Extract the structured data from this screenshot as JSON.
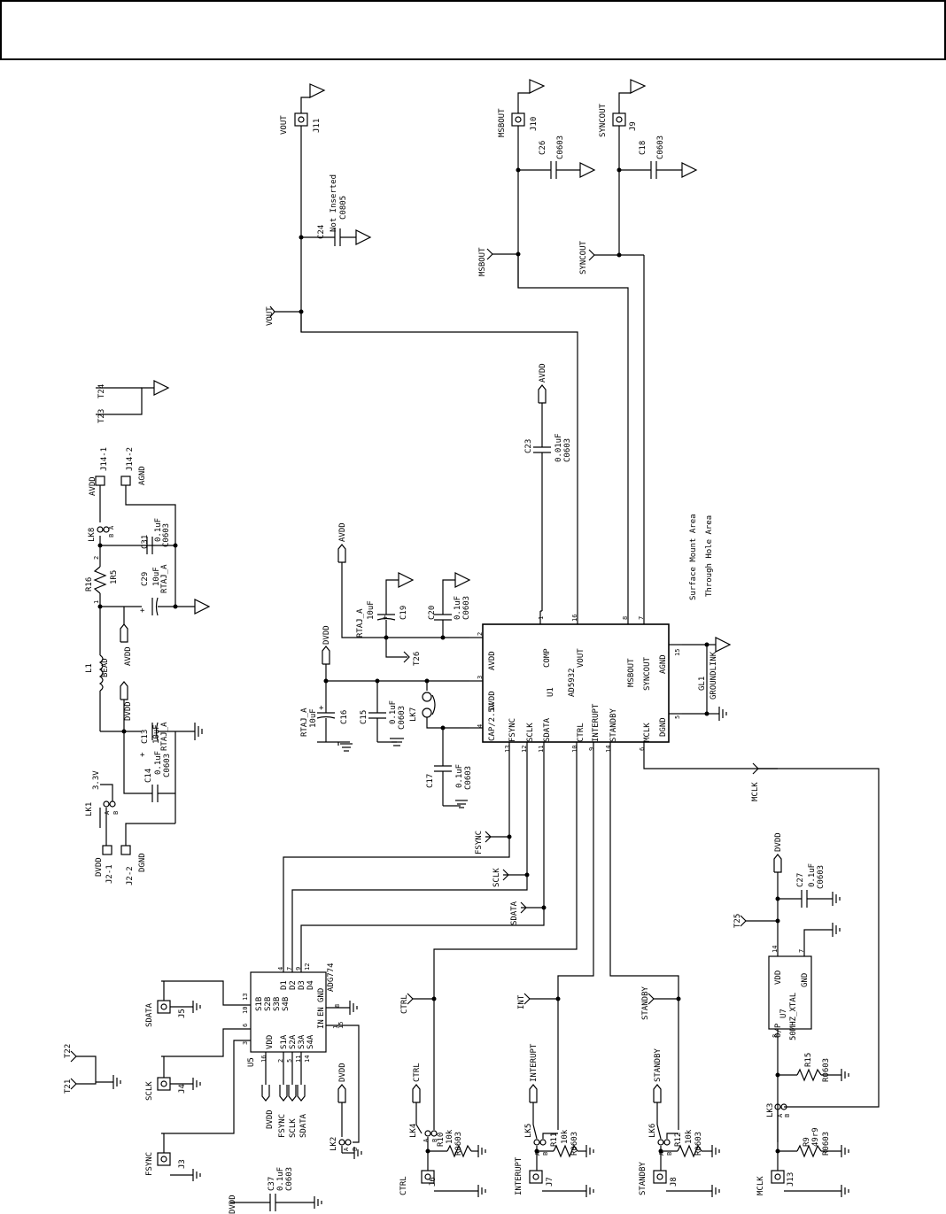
{
  "labels": {
    "vout_conn": [
      "VOUT",
      "J11"
    ],
    "vout_net": [
      "VOUT"
    ],
    "c24": [
      "C24",
      "Not Inserted",
      "C0805"
    ],
    "msbout_conn": [
      "MSBOUT",
      "J10"
    ],
    "c26": [
      "C26",
      "C0603"
    ],
    "msbout_net": [
      "MSBOUT"
    ],
    "syncout_conn": [
      "SYNCOUT",
      "J9"
    ],
    "c18": [
      "C18",
      "C0603"
    ],
    "syncout_net": [
      "SYNCOUT"
    ],
    "t23_t24": [
      "T23",
      "T24"
    ],
    "j14": [
      "AVDD",
      "J14-1",
      "J14-2",
      "AGND"
    ],
    "lk8": [
      "LK8",
      "B",
      "A",
      "2"
    ],
    "c31": [
      "C31",
      "0.1uF",
      "C0603"
    ],
    "r16": [
      "R16",
      "1R5",
      "1"
    ],
    "c29": [
      "C29",
      "10uF",
      "RTAJ_A",
      "+"
    ],
    "l1": [
      "L1",
      "BEAD"
    ],
    "avdd_left": [
      "AVDD"
    ],
    "dvdd_left": [
      "DVDD"
    ],
    "c13": [
      "C13",
      "10uF",
      "RTAJ_A",
      "+"
    ],
    "c14": [
      "C14",
      "0.1uF",
      "C0603"
    ],
    "lk1": [
      "LK1",
      "3.3V",
      "A",
      "B"
    ],
    "j2": [
      "DVDD",
      "J2-1",
      "J2-2",
      "DGND"
    ],
    "c23": [
      "C23",
      "0.01uF",
      "C0603"
    ],
    "avdd_u1": [
      "AVDD"
    ],
    "area_labels": [
      "Surface Mount Area",
      "Through Hole Area"
    ],
    "avdd_mid": [
      "AVDD"
    ],
    "c19": [
      "RTAJ_A",
      "10uF",
      "C19",
      "+"
    ],
    "c20": [
      "C20",
      "0.1uF",
      "C0603"
    ],
    "t26": [
      "T26"
    ],
    "dvdd_mid": [
      "DVDD"
    ],
    "c16": [
      "RTAJ_A",
      "10uF",
      "C16",
      "+"
    ],
    "c15": [
      "C15",
      "0.1uF",
      "C0603"
    ],
    "lk7": [
      "LK7"
    ],
    "c17": [
      "C17",
      "0.1uF",
      "C0603"
    ],
    "gl1": [
      "GL1",
      "GROUNDLINK"
    ],
    "u1_pins": [
      "AVDD",
      "DVDD",
      "CAP/2.5V",
      "FSYNC",
      "SCLK",
      "SDATA",
      "CTRL",
      "INTERUPT",
      "STANDBY",
      "MCLK",
      "COMP",
      "VOUT",
      "MSBOUT",
      "SYNCOUT",
      "AGND",
      "DGND",
      "U1",
      "AD5932"
    ],
    "u1_pin_numbers": [
      "1",
      "16",
      "8",
      "7",
      "2",
      "3",
      "4",
      "5",
      "6",
      "9",
      "10",
      "11",
      "12",
      "13",
      "14",
      "15"
    ],
    "mclk_net": [
      "MCLK"
    ],
    "fsync_net": [
      "FSYNC"
    ],
    "sclk_net": [
      "SCLK"
    ],
    "sdata_net": [
      "SDATA"
    ],
    "c27": [
      "C27",
      "0.1uF",
      "C0603"
    ],
    "t25": [
      "T25"
    ],
    "u7": [
      "U7",
      "50MHZ_XTAL",
      "VDD",
      "GND",
      "O/P",
      "14",
      "7",
      "8"
    ],
    "u5": [
      "U5",
      "ADG774",
      "VDD",
      "D1",
      "D2",
      "D3",
      "D4",
      "S1A",
      "S2A",
      "S3A",
      "S4A",
      "S1B",
      "S2B",
      "S3B",
      "S4B",
      "IN",
      "EN",
      "GND",
      "16",
      "4",
      "7",
      "9",
      "12",
      "2",
      "5",
      "11",
      "14",
      "3",
      "6",
      "10",
      "13",
      "1",
      "15",
      "8"
    ],
    "j5": [
      "SDATA",
      "J5"
    ],
    "j4": [
      "SCLK",
      "J4"
    ],
    "j3": [
      "FSYNC",
      "J3"
    ],
    "t21_t22": [
      "T21",
      "T22"
    ],
    "u5_nets": [
      "DVDD",
      "FSYNC",
      "SCLK",
      "SDATA"
    ],
    "ctrl_net": [
      "CTRL"
    ],
    "int_net": [
      "INT"
    ],
    "standby_net": [
      "STANDBY"
    ],
    "ctrl_tag": [
      "CTRL"
    ],
    "interupt_tag": [
      "INTERUPT"
    ],
    "standby_tag": [
      "STANDBY"
    ],
    "dvdd_lk2": [
      "DVDD"
    ],
    "lk2": [
      "LK2",
      "A",
      "B"
    ],
    "lk4": [
      "LK4",
      "A",
      "B"
    ],
    "r10": [
      "R10",
      "10k",
      "R0603"
    ],
    "lk5": [
      "LK5",
      "A",
      "B"
    ],
    "r11": [
      "R11",
      "10k",
      "R0603"
    ],
    "lk6": [
      "LK6",
      "A",
      "B"
    ],
    "r12": [
      "R12",
      "10k",
      "R0603"
    ],
    "lk3": [
      "LK3",
      "A",
      "B"
    ],
    "r15": [
      "R15",
      "R0603"
    ],
    "r9": [
      "R9",
      "49r9",
      "R0603"
    ],
    "ctrl_conn": [
      "CTRL",
      "J6"
    ],
    "interupt_conn": [
      "INTERUPT",
      "J7"
    ],
    "standby_conn": [
      "STANDBY",
      "J8"
    ],
    "mclk_conn": [
      "MCLK",
      "J13"
    ],
    "c37": [
      "DVDD",
      "C37",
      "0.1uF",
      "C0603"
    ]
  }
}
